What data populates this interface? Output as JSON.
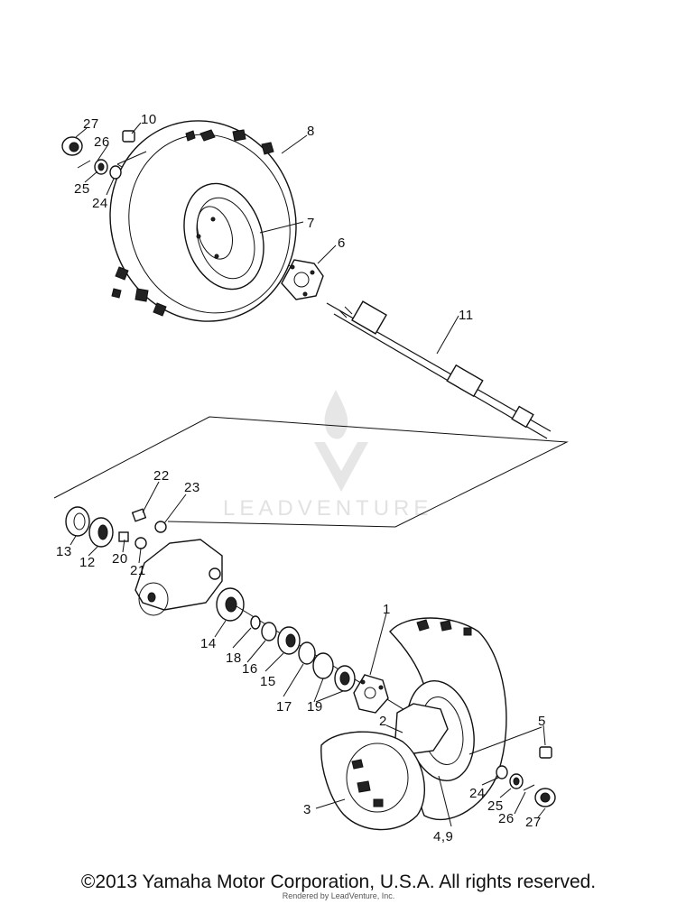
{
  "watermark": {
    "brand": "LEADVENTURE"
  },
  "callouts": {
    "c27a": "27",
    "c10": "10",
    "c26a": "26",
    "c25a": "25",
    "c24a": "24",
    "c8": "8",
    "c7": "7",
    "c6": "6",
    "c11": "11",
    "c22": "22",
    "c23": "23",
    "c13": "13",
    "c12": "12",
    "c20": "20",
    "c21": "21",
    "c14": "14",
    "c18": "18",
    "c16": "16",
    "c15": "15",
    "c17": "17",
    "c19": "19",
    "c1": "1",
    "c2": "2",
    "c3": "3",
    "c5": "5",
    "c24b": "24",
    "c25b": "25",
    "c26b": "26",
    "c27b": "27",
    "c49": "4,9"
  },
  "footer": {
    "copyright": "©2013 Yamaha Motor Corporation, U.S.A. All rights reserved.",
    "rendered": "Rendered by LeadVenture, Inc."
  }
}
